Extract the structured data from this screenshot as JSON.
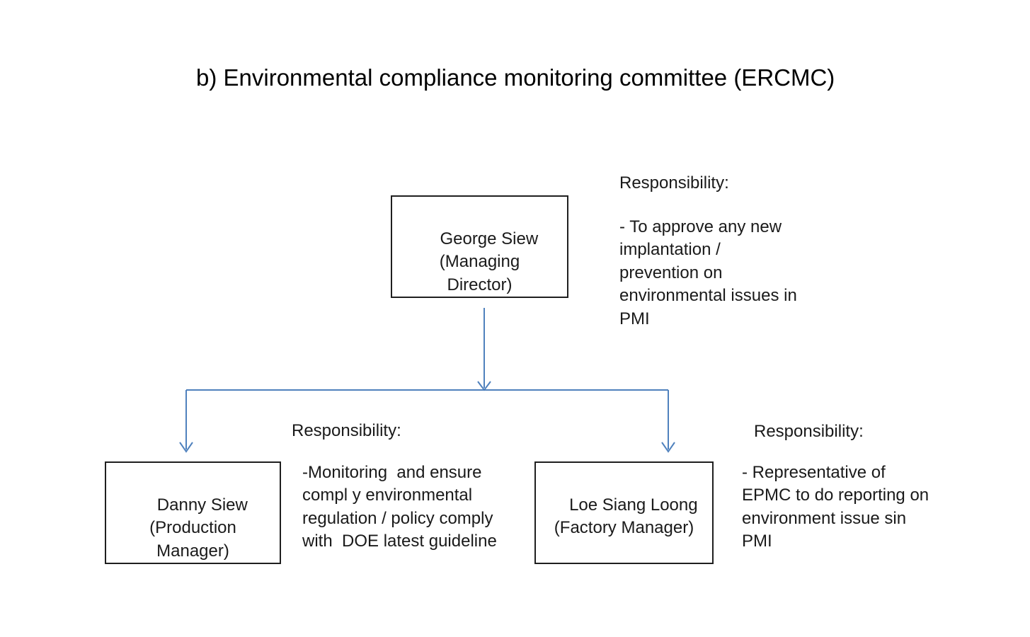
{
  "title": "b) Environmental compliance monitoring committee (ERCMC)",
  "nodes": {
    "managing_director": {
      "lines": [
        "George Siew",
        "(Managing",
        "Director)"
      ]
    },
    "production_manager": {
      "lines": [
        "Danny Siew",
        "(Production",
        "Manager)"
      ]
    },
    "factory_manager": {
      "lines": [
        "Loe Siang Loong",
        "(Factory Manager)"
      ]
    }
  },
  "responsibilities": {
    "managing_director": {
      "heading": "Responsibility:",
      "lines": [
        "- To approve any new",
        "implantation /",
        "prevention on",
        "environmental issues in",
        "PMI"
      ]
    },
    "production_manager": {
      "heading": "Responsibility:",
      "lines": [
        "-Monitoring  and ensure",
        "compl y environmental",
        "regulation / policy comply",
        "with  DOE latest guideline"
      ]
    },
    "factory_manager": {
      "heading": "Responsibility:",
      "lines": [
        "- Representative of",
        "EPMC to do reporting on",
        "environment issue sin",
        "PMI"
      ]
    }
  },
  "colors": {
    "connector": "#4f81bd",
    "box_border": "#1f1f1f",
    "text": "#1a1a1a"
  }
}
